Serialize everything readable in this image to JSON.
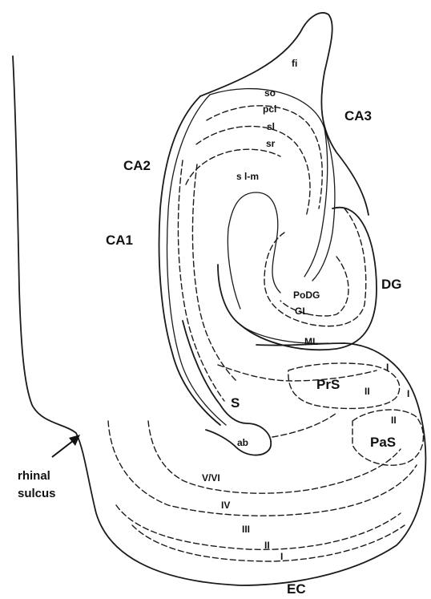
{
  "labels": {
    "fi": "fi",
    "so": "so",
    "pcl": "pcl",
    "sl": "sl",
    "sr": "sr",
    "slm": "s l-m",
    "ca3": "CA3",
    "ca2": "CA2",
    "ca1": "CA1",
    "dg": "DG",
    "podg": "PoDG",
    "gl": "GL",
    "ml": "ML",
    "prs": "PrS",
    "pas": "PaS",
    "s": "S",
    "ab": "ab",
    "prs_i": "I",
    "prs_ii": "II",
    "pas_i": "I",
    "pas_ii": "II",
    "ec_vvi": "V/VI",
    "ec_iv": "IV",
    "ec_iii": "III",
    "ec_ii": "II",
    "ec_i": "I",
    "ec": "EC",
    "rhinal_1": "rhinal",
    "rhinal_2": "sulcus"
  }
}
